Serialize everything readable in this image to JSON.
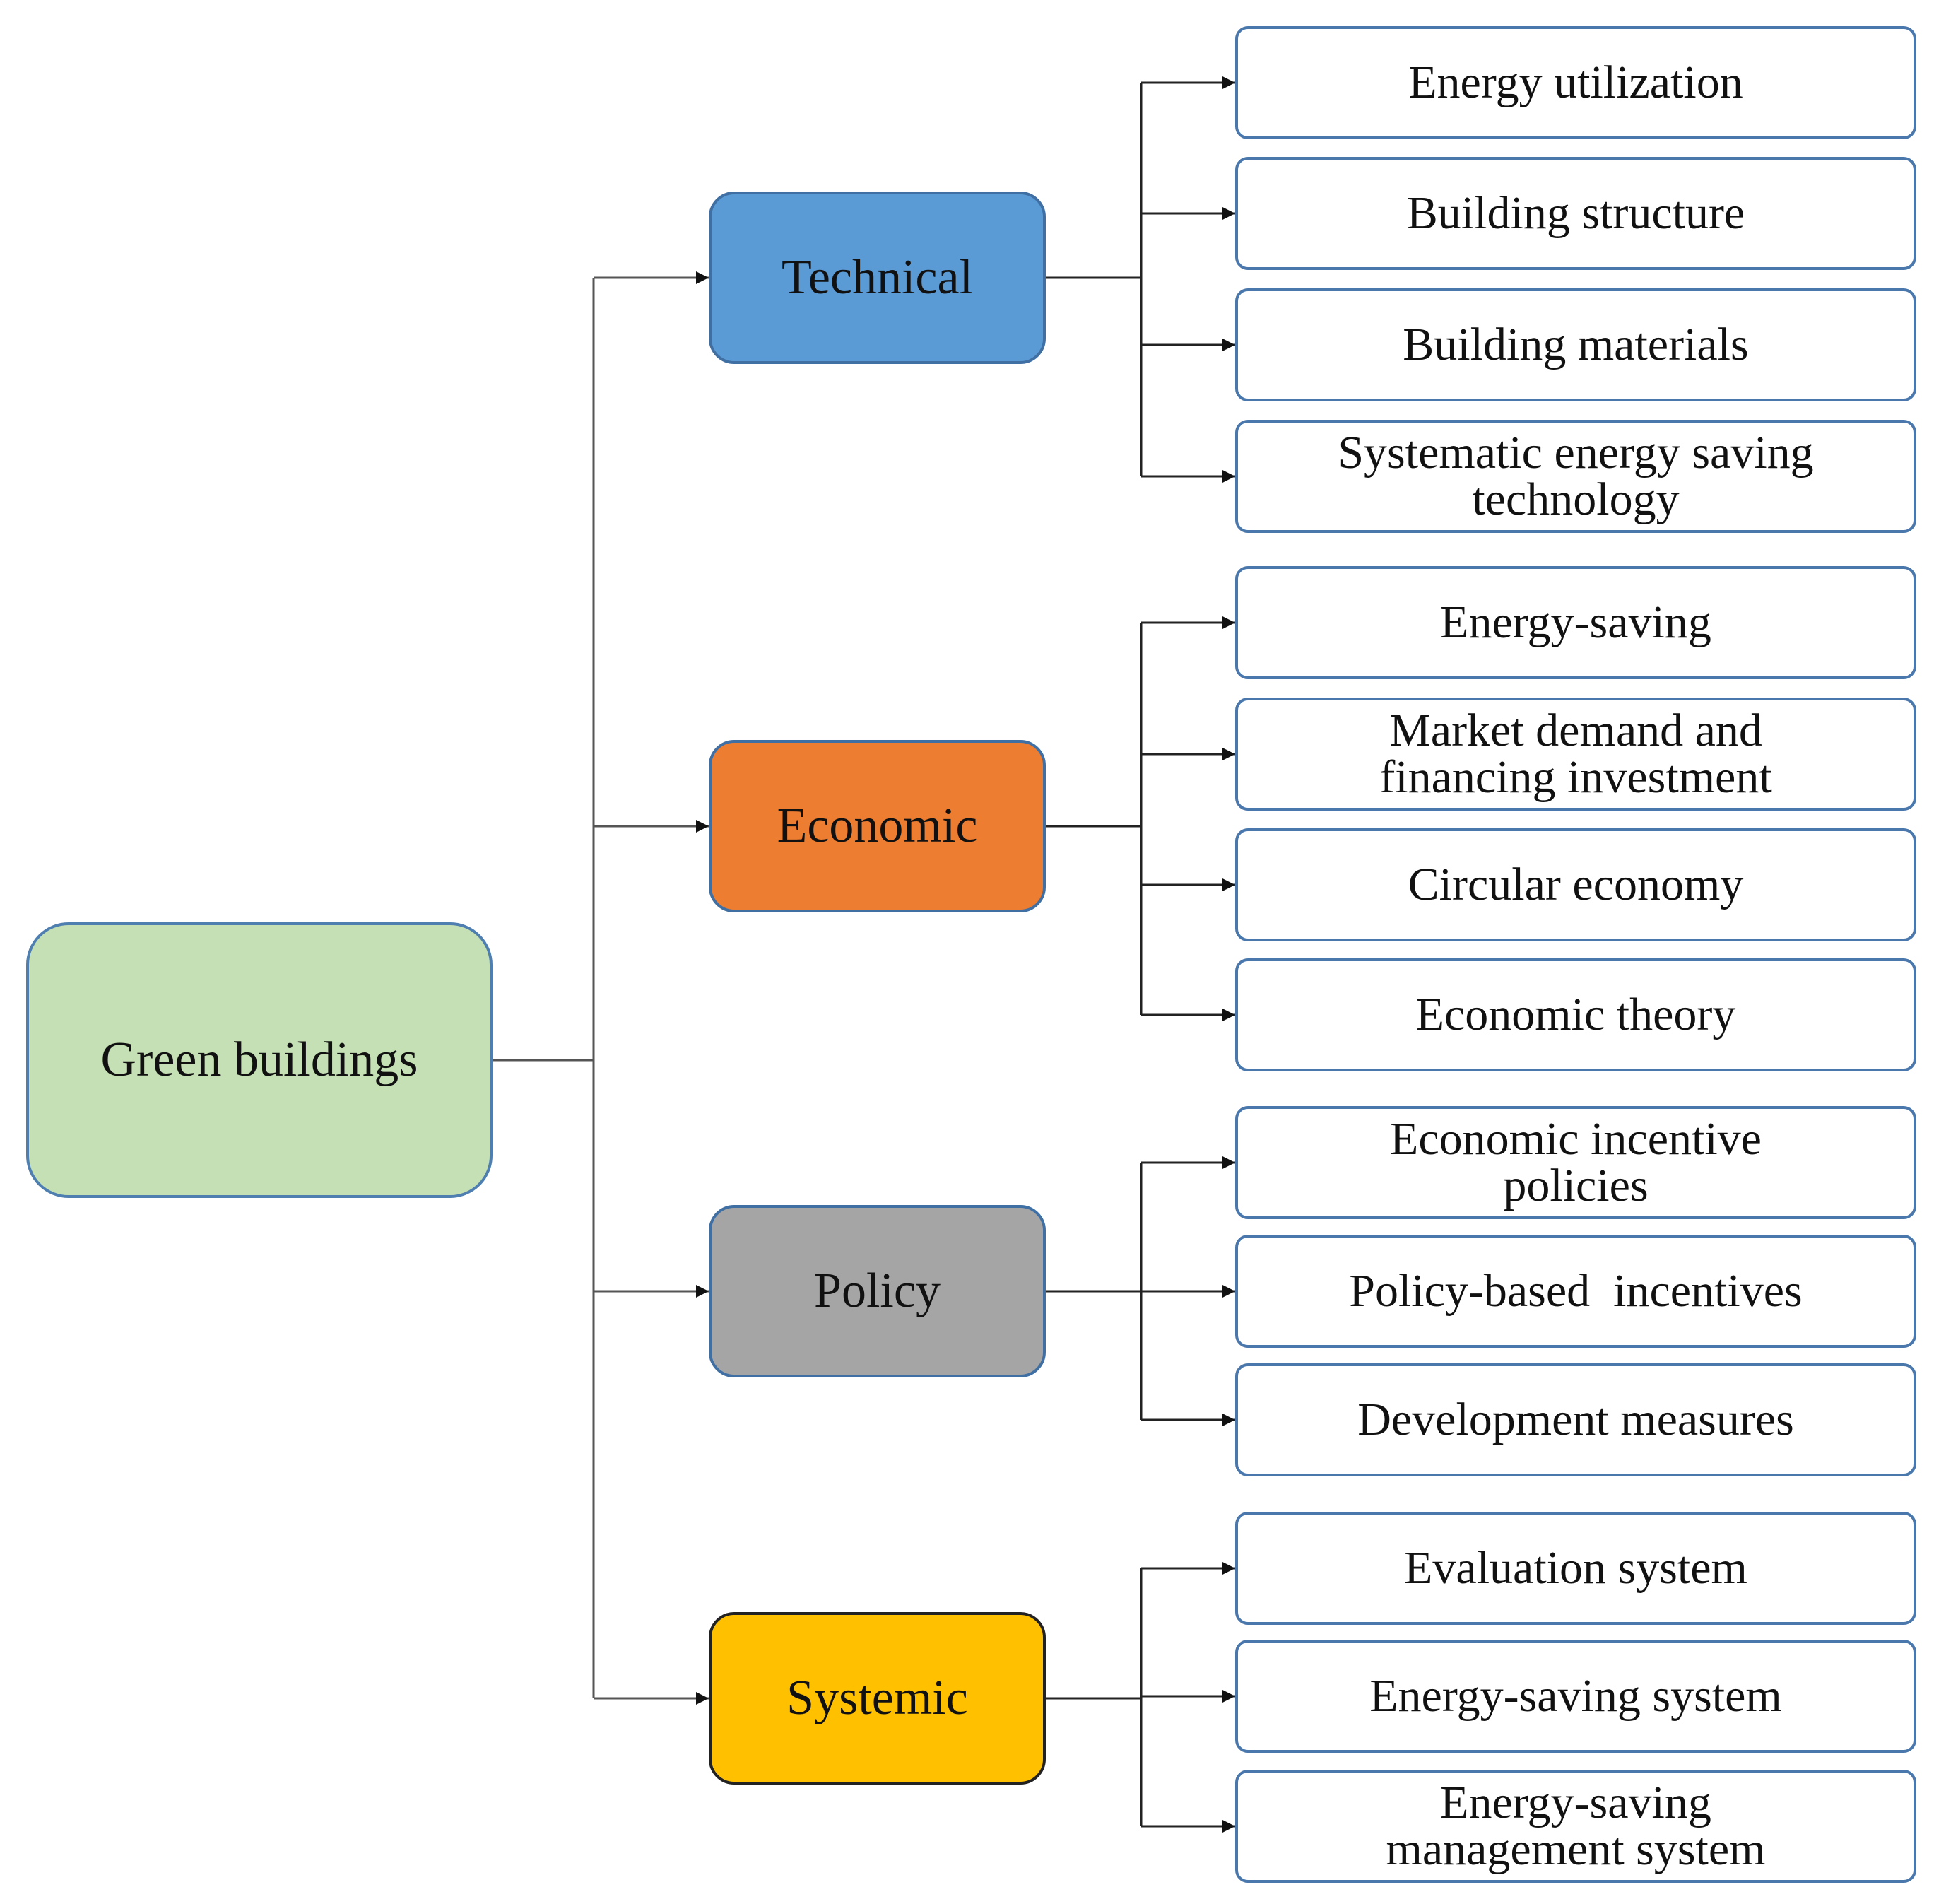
{
  "root": {
    "label": "Green buildings",
    "color": "#c5e0b4"
  },
  "categories": [
    {
      "label": "Technical",
      "color": "#5b9bd5",
      "items": [
        {
          "lines": [
            "Energy utilization"
          ]
        },
        {
          "lines": [
            "Building structure"
          ]
        },
        {
          "lines": [
            "Building materials"
          ]
        },
        {
          "lines": [
            "Systematic energy saving",
            "technology"
          ]
        }
      ]
    },
    {
      "label": "Economic",
      "color": "#ed7d31",
      "items": [
        {
          "lines": [
            "Energy-saving"
          ]
        },
        {
          "lines": [
            "Market demand and",
            "financing investment"
          ]
        },
        {
          "lines": [
            "Circular economy"
          ]
        },
        {
          "lines": [
            "Economic theory"
          ]
        }
      ]
    },
    {
      "label": "Policy",
      "color": "#a5a5a5",
      "items": [
        {
          "lines": [
            "Economic incentive",
            "policies"
          ]
        },
        {
          "lines": [
            "Policy-based  incentives"
          ]
        },
        {
          "lines": [
            "Development measures"
          ]
        }
      ]
    },
    {
      "label": "Systemic",
      "color": "#ffc000",
      "items": [
        {
          "lines": [
            "Evaluation system"
          ]
        },
        {
          "lines": [
            "Energy-saving system"
          ]
        },
        {
          "lines": [
            "Energy-saving",
            "management system"
          ]
        }
      ]
    }
  ]
}
